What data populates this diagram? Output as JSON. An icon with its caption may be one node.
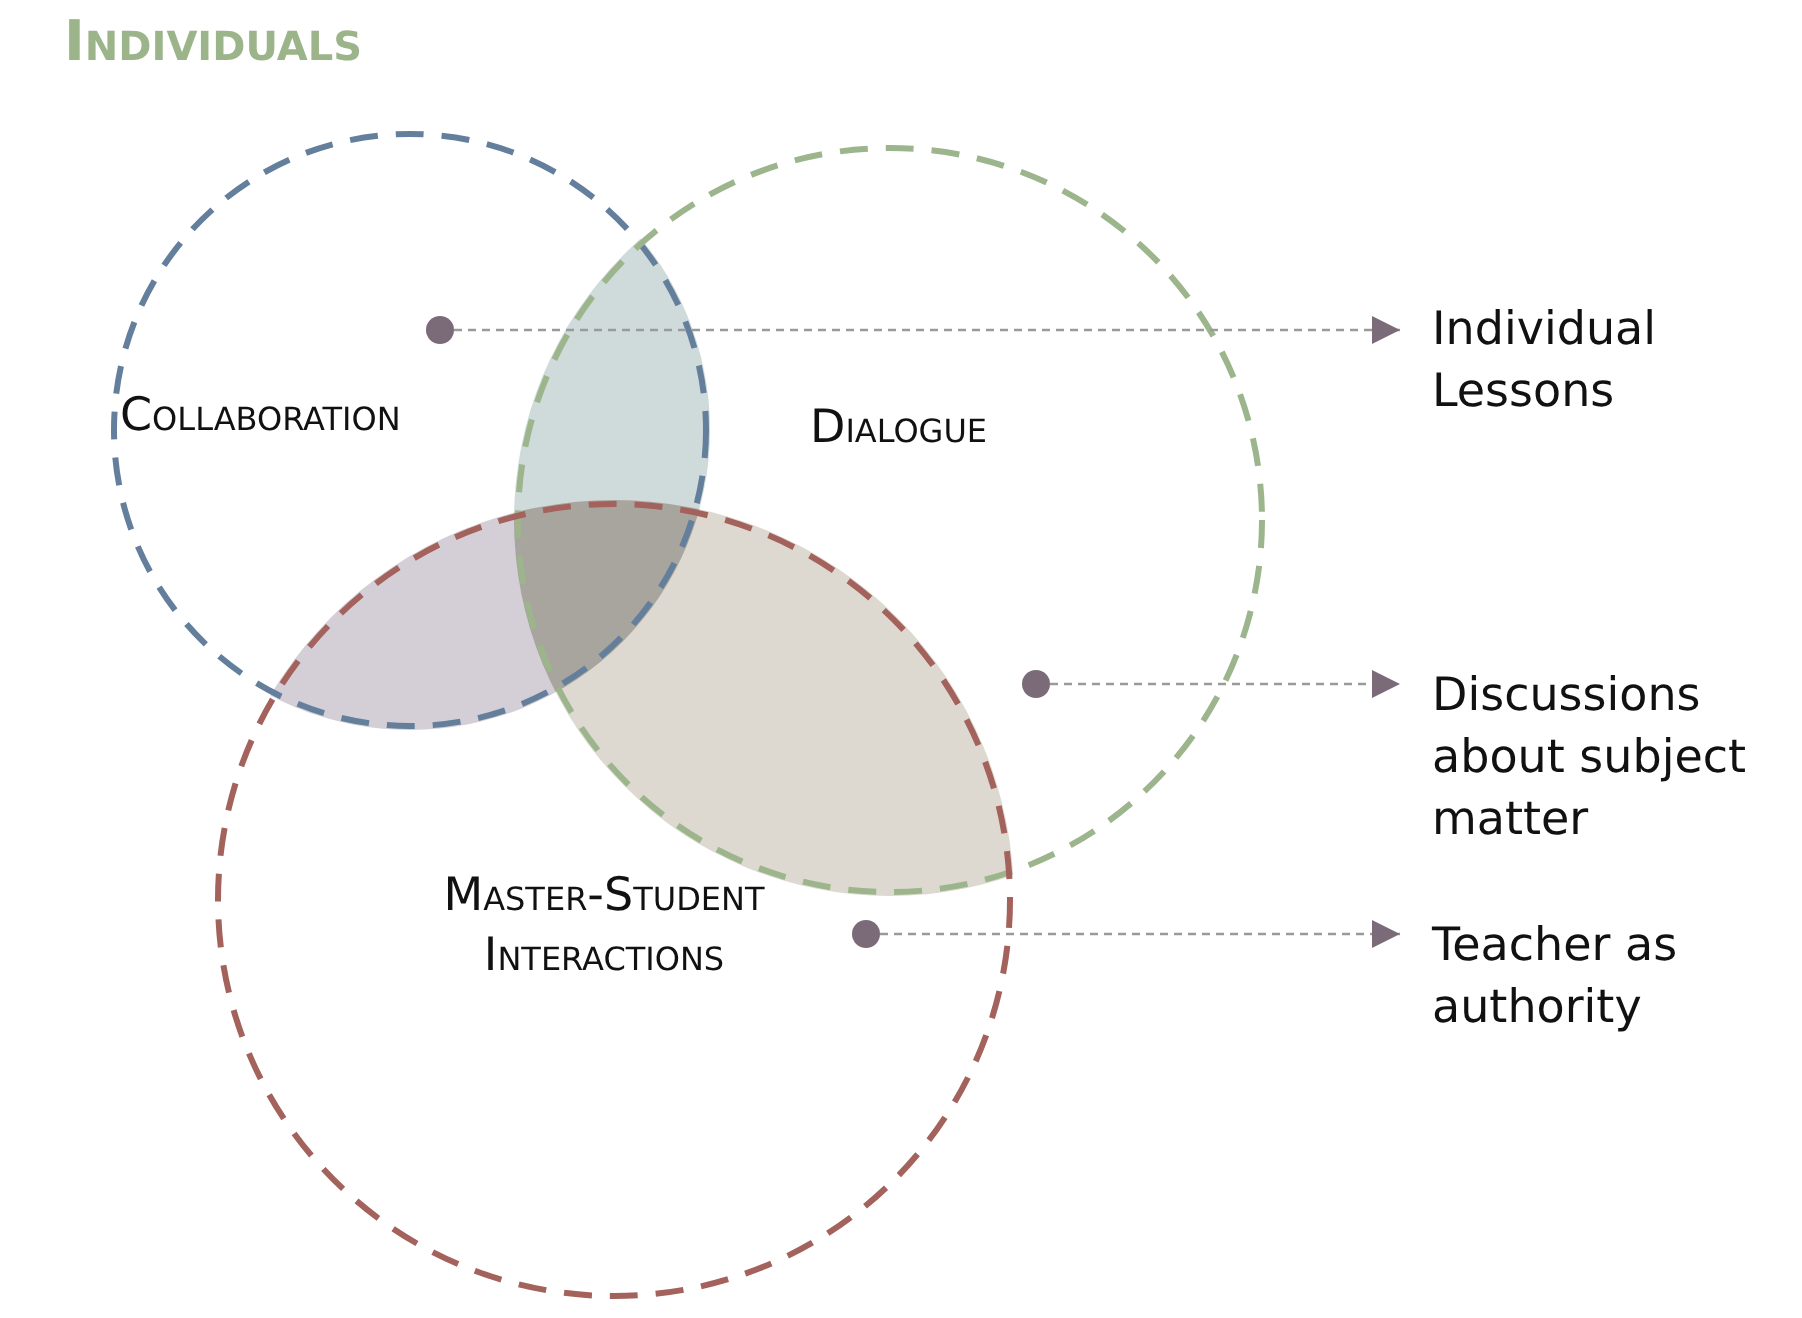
{
  "diagram": {
    "title": "Individuals",
    "nodes": [
      {
        "text": [
          "Collaboration"
        ]
      },
      {
        "text": [
          "Dialogue"
        ]
      },
      {
        "text": [
          "Master-Student Interactions"
        ]
      },
      {
        "text": [],
        "shape": "circle",
        "in": 0
      },
      {
        "text": [
          "Individual Lessons"
        ]
      },
      {
        "text": [],
        "shape": "circle",
        "in": 1
      },
      {
        "text": [
          "Discussions about subject matter"
        ]
      },
      {
        "text": [],
        "shape": "circle",
        "in": 2
      },
      {
        "text": [
          "Teacher as authority"
        ]
      }
    ],
    "edges": [
      {
        "from": 3,
        "to": 4,
        "arrow": "to",
        "style": "dashed"
      },
      {
        "from": 5,
        "to": 6,
        "arrow": "to",
        "style": "dashed"
      },
      {
        "from": 7,
        "to": 8,
        "arrow": "to",
        "style": "dashed"
      }
    ]
  }
}
